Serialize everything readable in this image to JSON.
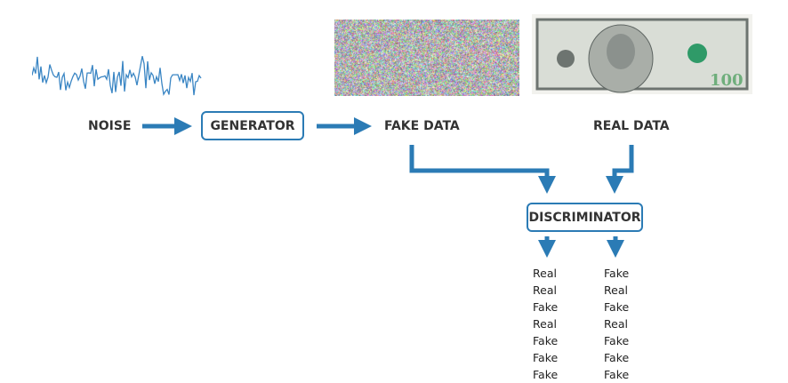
{
  "labels": {
    "noise": "NOISE",
    "generator": "GENERATOR",
    "fake_data": "FAKE DATA",
    "real_data": "REAL DATA",
    "discriminator": "DISCRIMINATOR"
  },
  "outputs": {
    "left": [
      "Real",
      "Real",
      "Fake",
      "Real",
      "Fake",
      "Fake",
      "Fake"
    ],
    "right": [
      "Fake",
      "Real",
      "Fake",
      "Real",
      "Fake",
      "Fake",
      "Fake"
    ]
  },
  "colors": {
    "accent": "#2b7bb5",
    "wave": "#3b86c4"
  },
  "bill": {
    "denomination": "100"
  }
}
